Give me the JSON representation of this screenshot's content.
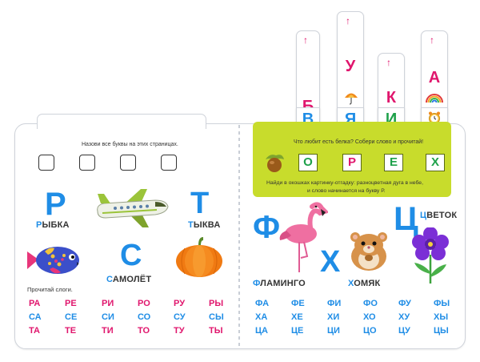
{
  "left_page": {
    "instruction": "Назови все буквы на этих страницах.",
    "letters": [
      {
        "letter": "Р",
        "word_first": "Р",
        "word_rest": "ЫБКА"
      },
      {
        "letter": "С",
        "word_first": "С",
        "word_rest": "АМОЛЁТ"
      },
      {
        "letter": "Т",
        "word_first": "Т",
        "word_rest": "ЫКВА"
      }
    ],
    "syllables_heading": "Прочитай слоги.",
    "syllables": [
      [
        "РА",
        "РЕ",
        "РИ",
        "РО",
        "РУ",
        "РЫ"
      ],
      [
        "СА",
        "СЕ",
        "СИ",
        "СО",
        "СУ",
        "СЫ"
      ],
      [
        "ТА",
        "ТЕ",
        "ТИ",
        "ТО",
        "ТУ",
        "ТЫ"
      ]
    ]
  },
  "right_page": {
    "question": "Что любит есть белка? Собери слово и прочитай!",
    "answer_letters": [
      "О",
      "Р",
      "Е",
      "Х"
    ],
    "riddle_line1": "Найди в окошках картинку-отгадку: разноцветная дуга в небе,",
    "riddle_line2": "и слово начинается на букву Р.",
    "letters": [
      {
        "letter": "Ф",
        "word_first": "Ф",
        "word_rest": "ЛАМИНГО"
      },
      {
        "letter": "Х",
        "word_first": "Х",
        "word_rest": "ОМЯК"
      },
      {
        "letter": "Ц",
        "word_first": "Ц",
        "word_rest": "ВЕТОК"
      }
    ],
    "syllables": [
      [
        "ФА",
        "ФЕ",
        "ФИ",
        "ФО",
        "ФУ",
        "ФЫ"
      ],
      [
        "ХА",
        "ХЕ",
        "ХИ",
        "ХО",
        "ХУ",
        "ХЫ"
      ],
      [
        "ЦА",
        "ЦЕ",
        "ЦИ",
        "ЦО",
        "ЦУ",
        "ЦЫ"
      ]
    ]
  },
  "strips": [
    {
      "letters": [
        "Б",
        "В"
      ]
    },
    {
      "letters": [
        "У",
        "Я"
      ]
    },
    {
      "letters": [
        "К",
        "И"
      ]
    },
    {
      "letters": [
        "А"
      ]
    }
  ],
  "colors": {
    "pink": "#e0166d",
    "blue": "#1f8de6",
    "green": "#1ea14a",
    "panel": "#c8dc2c"
  }
}
